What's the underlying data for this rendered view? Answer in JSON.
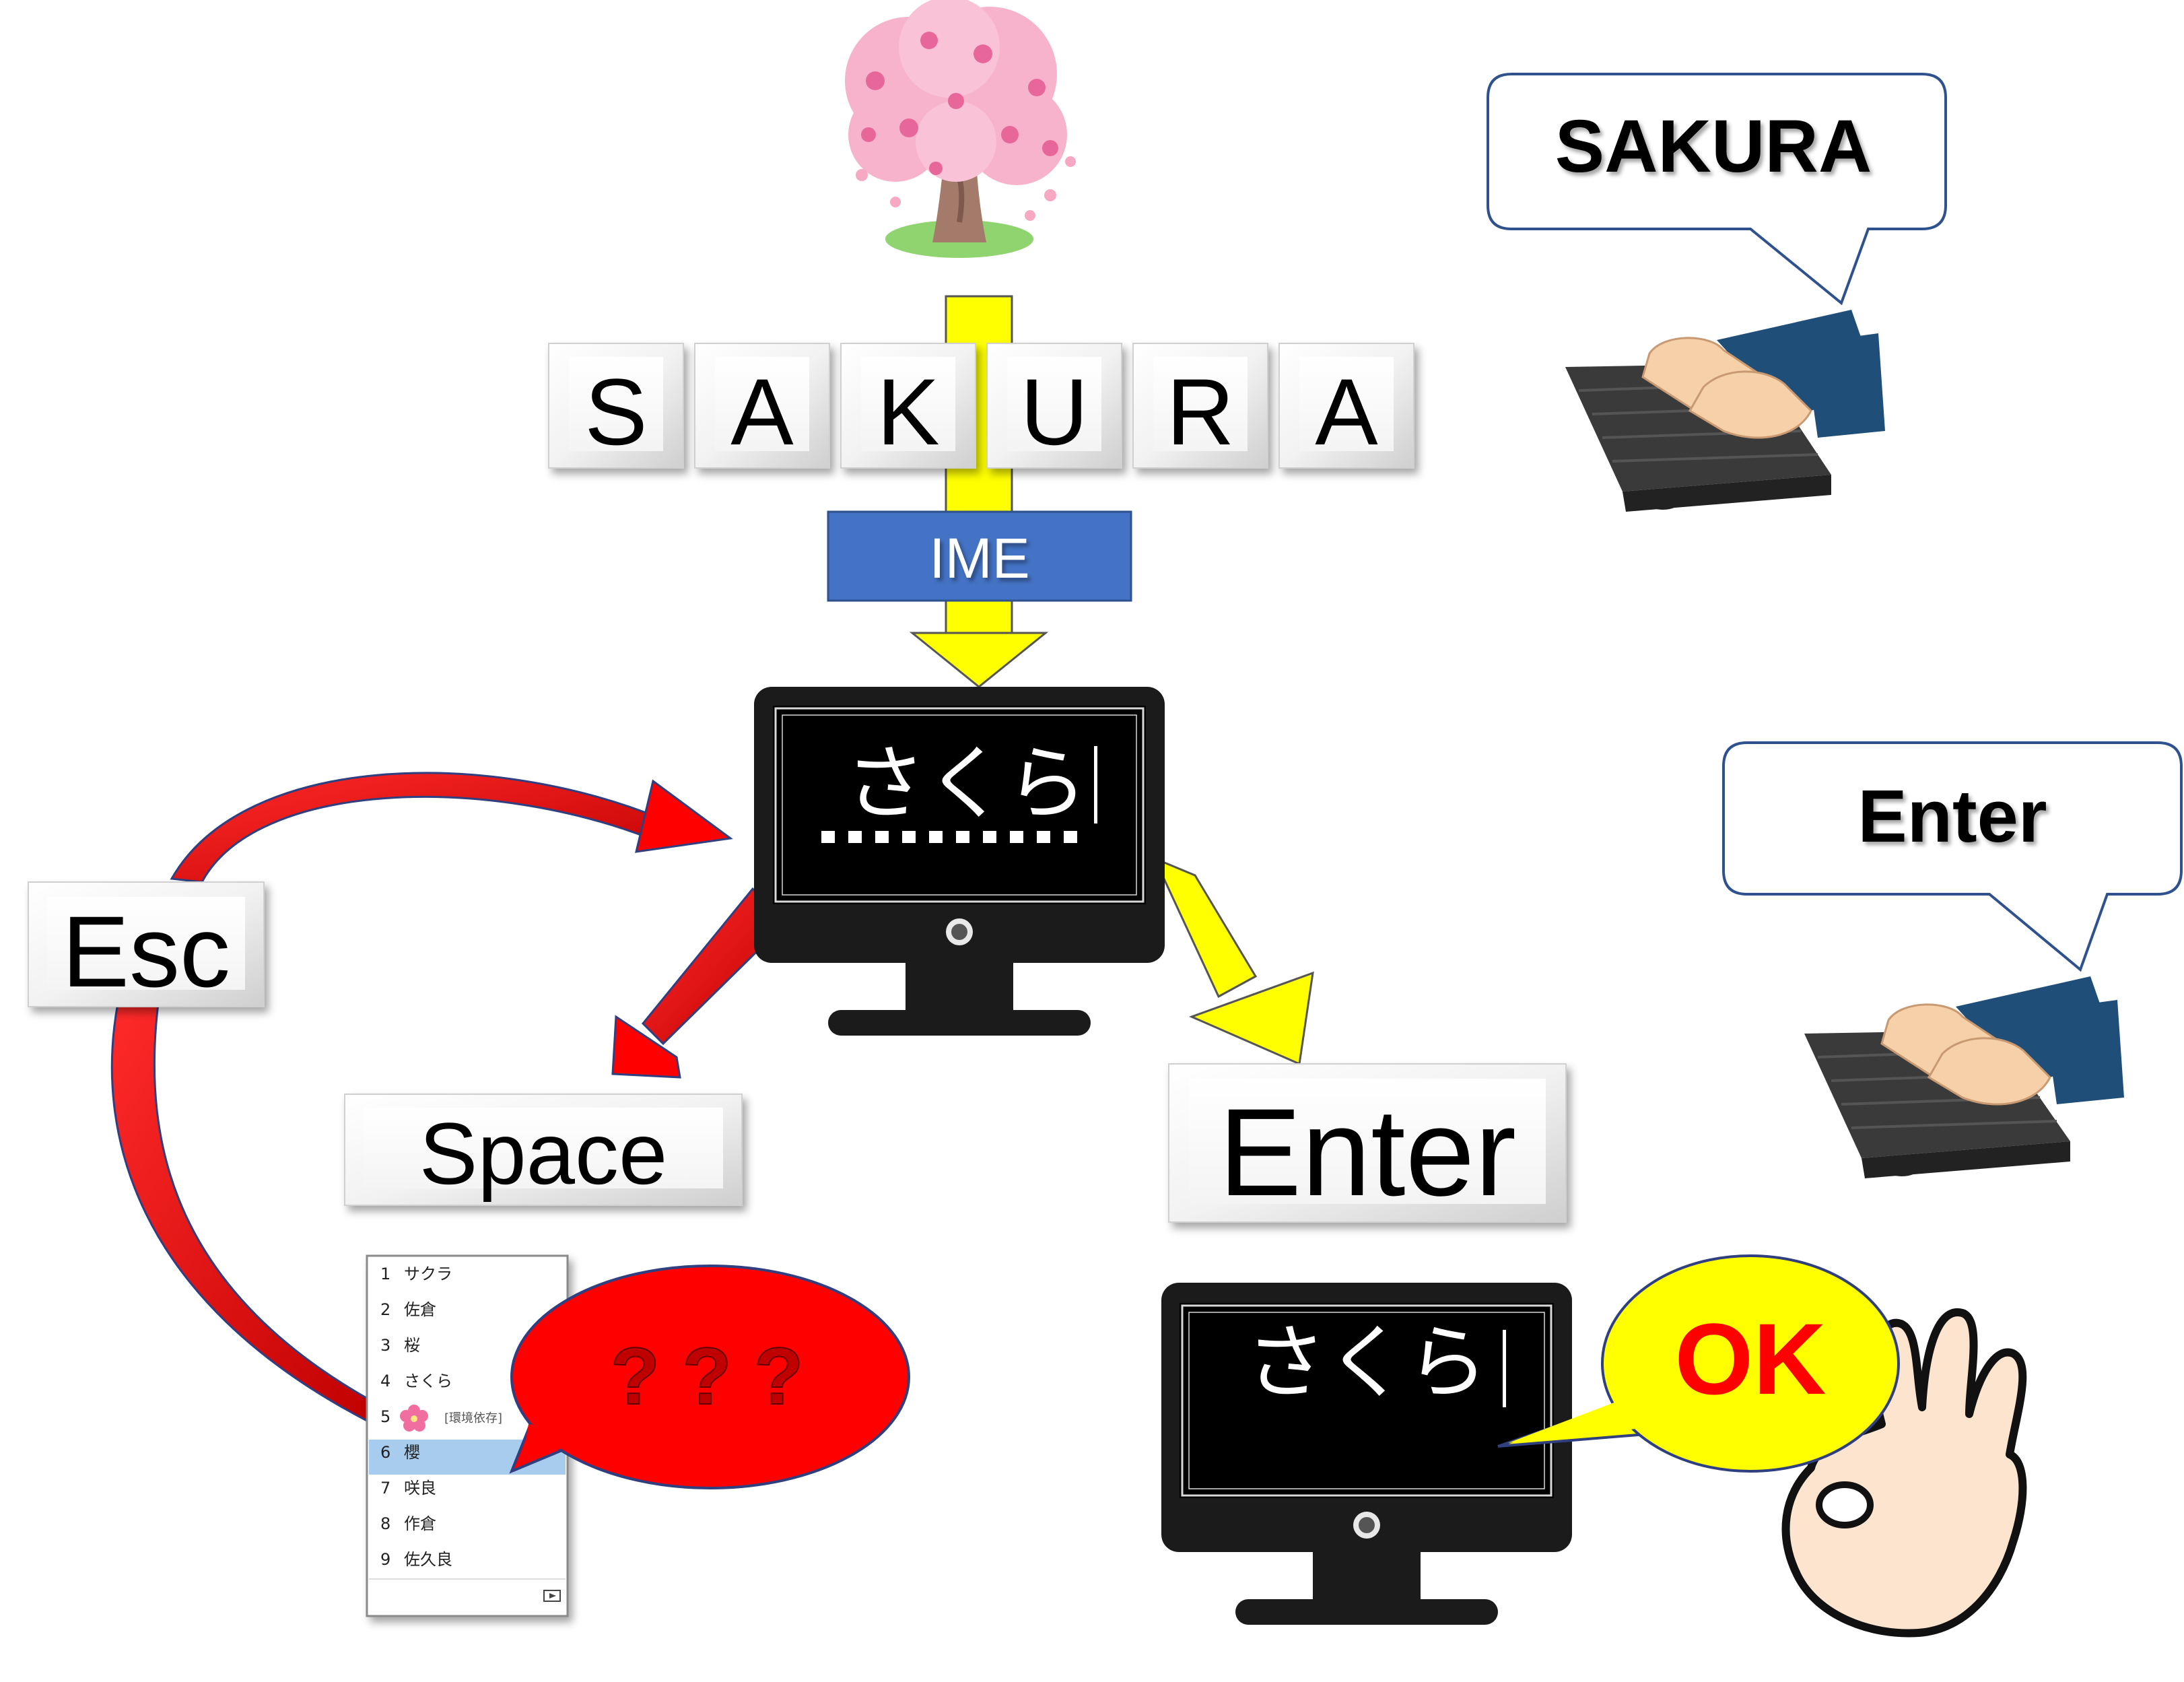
{
  "input_keys": [
    "S",
    "A",
    "K",
    "U",
    "R",
    "A"
  ],
  "ime_label": "IME",
  "screen_text": "さくら",
  "keys": {
    "esc": "Esc",
    "space": "Space",
    "enter": "Enter"
  },
  "speech": {
    "top": "SAKURA",
    "right": "Enter"
  },
  "question_bubble": "? ? ?",
  "ok_bubble": "OK",
  "candidates": [
    {
      "num": "1",
      "text": "サクラ"
    },
    {
      "num": "2",
      "text": "佐倉"
    },
    {
      "num": "3",
      "text": "桜"
    },
    {
      "num": "4",
      "text": "さくら"
    },
    {
      "num": "5",
      "text": "",
      "icon": "sakura-flower-icon",
      "note": "[環境依存]"
    },
    {
      "num": "6",
      "text": "櫻"
    },
    {
      "num": "7",
      "text": "咲良"
    },
    {
      "num": "8",
      "text": "作倉"
    },
    {
      "num": "9",
      "text": "佐久良"
    }
  ],
  "selected_candidate": 5,
  "colors": {
    "ime_box": "#4472c4",
    "yellow_arrow": "#ffff00",
    "red_arrow": "#ff0000",
    "red_bubble": "#ff0000",
    "ok_bubble": "#ffff00",
    "ok_text": "#ff0000",
    "selected_row": "#a8ccee",
    "blossom": "#f7b3cb",
    "trunk": "#a47b6a",
    "sleeve": "#1f4e79",
    "skin": "#f5d0a8"
  },
  "icons": [
    "sakura-tree-icon",
    "keyboard-hands-icon",
    "monitor-icon",
    "ok-hand-icon",
    "expand-icon"
  ]
}
